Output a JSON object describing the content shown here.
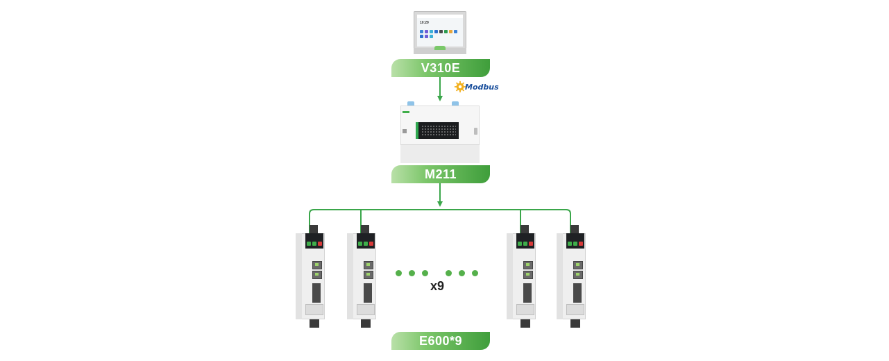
{
  "devices": {
    "hmi": {
      "label": "V310E",
      "clock": "10:29"
    },
    "plc": {
      "label": "M211"
    },
    "drives": {
      "label": "E600*9",
      "count": "x9"
    }
  },
  "protocol": {
    "label": "Modbus"
  },
  "colors": {
    "accent_green": "#3f9e3b",
    "line_green": "#3aa64a",
    "modbus_blue": "#1a4f9c",
    "modbus_gold": "#f2b01e"
  }
}
